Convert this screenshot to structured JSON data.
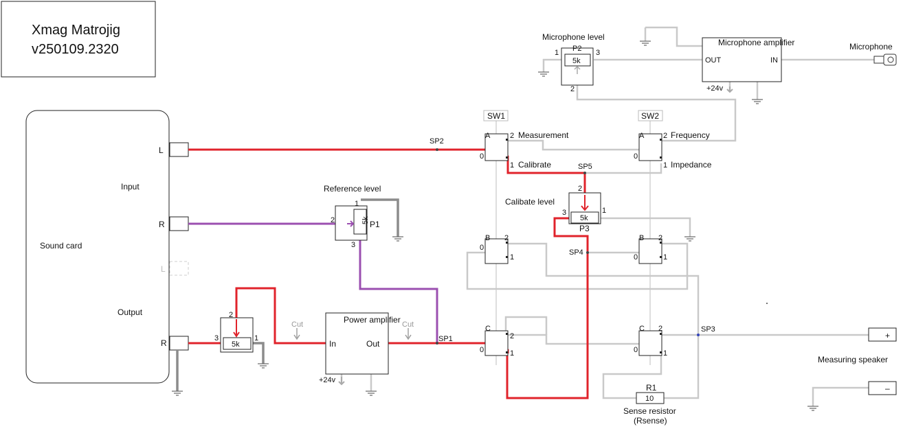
{
  "title": {
    "line1": "Xmag Matrojig",
    "line2": "v250109.2320"
  },
  "soundcard": {
    "name": "Sound card",
    "input_label": "Input",
    "output_label": "Output",
    "in_l": "L",
    "in_r": "R",
    "out_l": "L",
    "out_r": "R"
  },
  "p1": {
    "caption": "Reference level",
    "name": "P1",
    "value": "5k",
    "pin1": "1",
    "pin2": "2",
    "pin3": "3"
  },
  "p2": {
    "caption": "Microphone level",
    "name": "P2",
    "value": "5k",
    "pin1": "1",
    "pin2": "2",
    "pin3": "3"
  },
  "p3": {
    "caption": "Calibate level",
    "name": "P3",
    "value": "5k",
    "pin1": "1",
    "pin2": "2",
    "pin3": "3"
  },
  "pout": {
    "value": "5k",
    "pin1": "1",
    "pin2": "2",
    "pin3": "3"
  },
  "mic_amp": {
    "name": "Microphone amplifier",
    "out": "OUT",
    "in": "IN",
    "supply": "+24v"
  },
  "power_amp": {
    "name": "Power amplifier",
    "in": "In",
    "out": "Out",
    "supply": "+24v"
  },
  "microphone": "Microphone",
  "cut": "Cut",
  "sw1": {
    "name": "SW1",
    "a": "A",
    "b": "B",
    "c": "C",
    "pos0": "0",
    "pos1": "1",
    "pos2": "2"
  },
  "sw2": {
    "name": "SW2",
    "a": "A",
    "b": "B",
    "c": "C",
    "pos0": "0",
    "pos1": "1",
    "pos2": "2"
  },
  "modes": {
    "measurement": "Measurement",
    "calibrate": "Calibrate",
    "frequency": "Frequency",
    "impedance": "Impedance"
  },
  "sp": {
    "sp1": "SP1",
    "sp2": "SP2",
    "sp3": "SP3",
    "sp4": "SP4",
    "sp5": "SP5"
  },
  "r1": {
    "name": "R1",
    "value": "10",
    "caption1": "Sense resistor",
    "caption2": "(Rsense)"
  },
  "speaker": {
    "name": "Measuring speaker",
    "plus": "+",
    "minus": "–"
  },
  "colors": {
    "red": "#e0232b",
    "purple": "#9b4fb0",
    "grey": "#c9c9c9",
    "dark_grey": "#8c8c8c",
    "blue": "#3344bb"
  }
}
